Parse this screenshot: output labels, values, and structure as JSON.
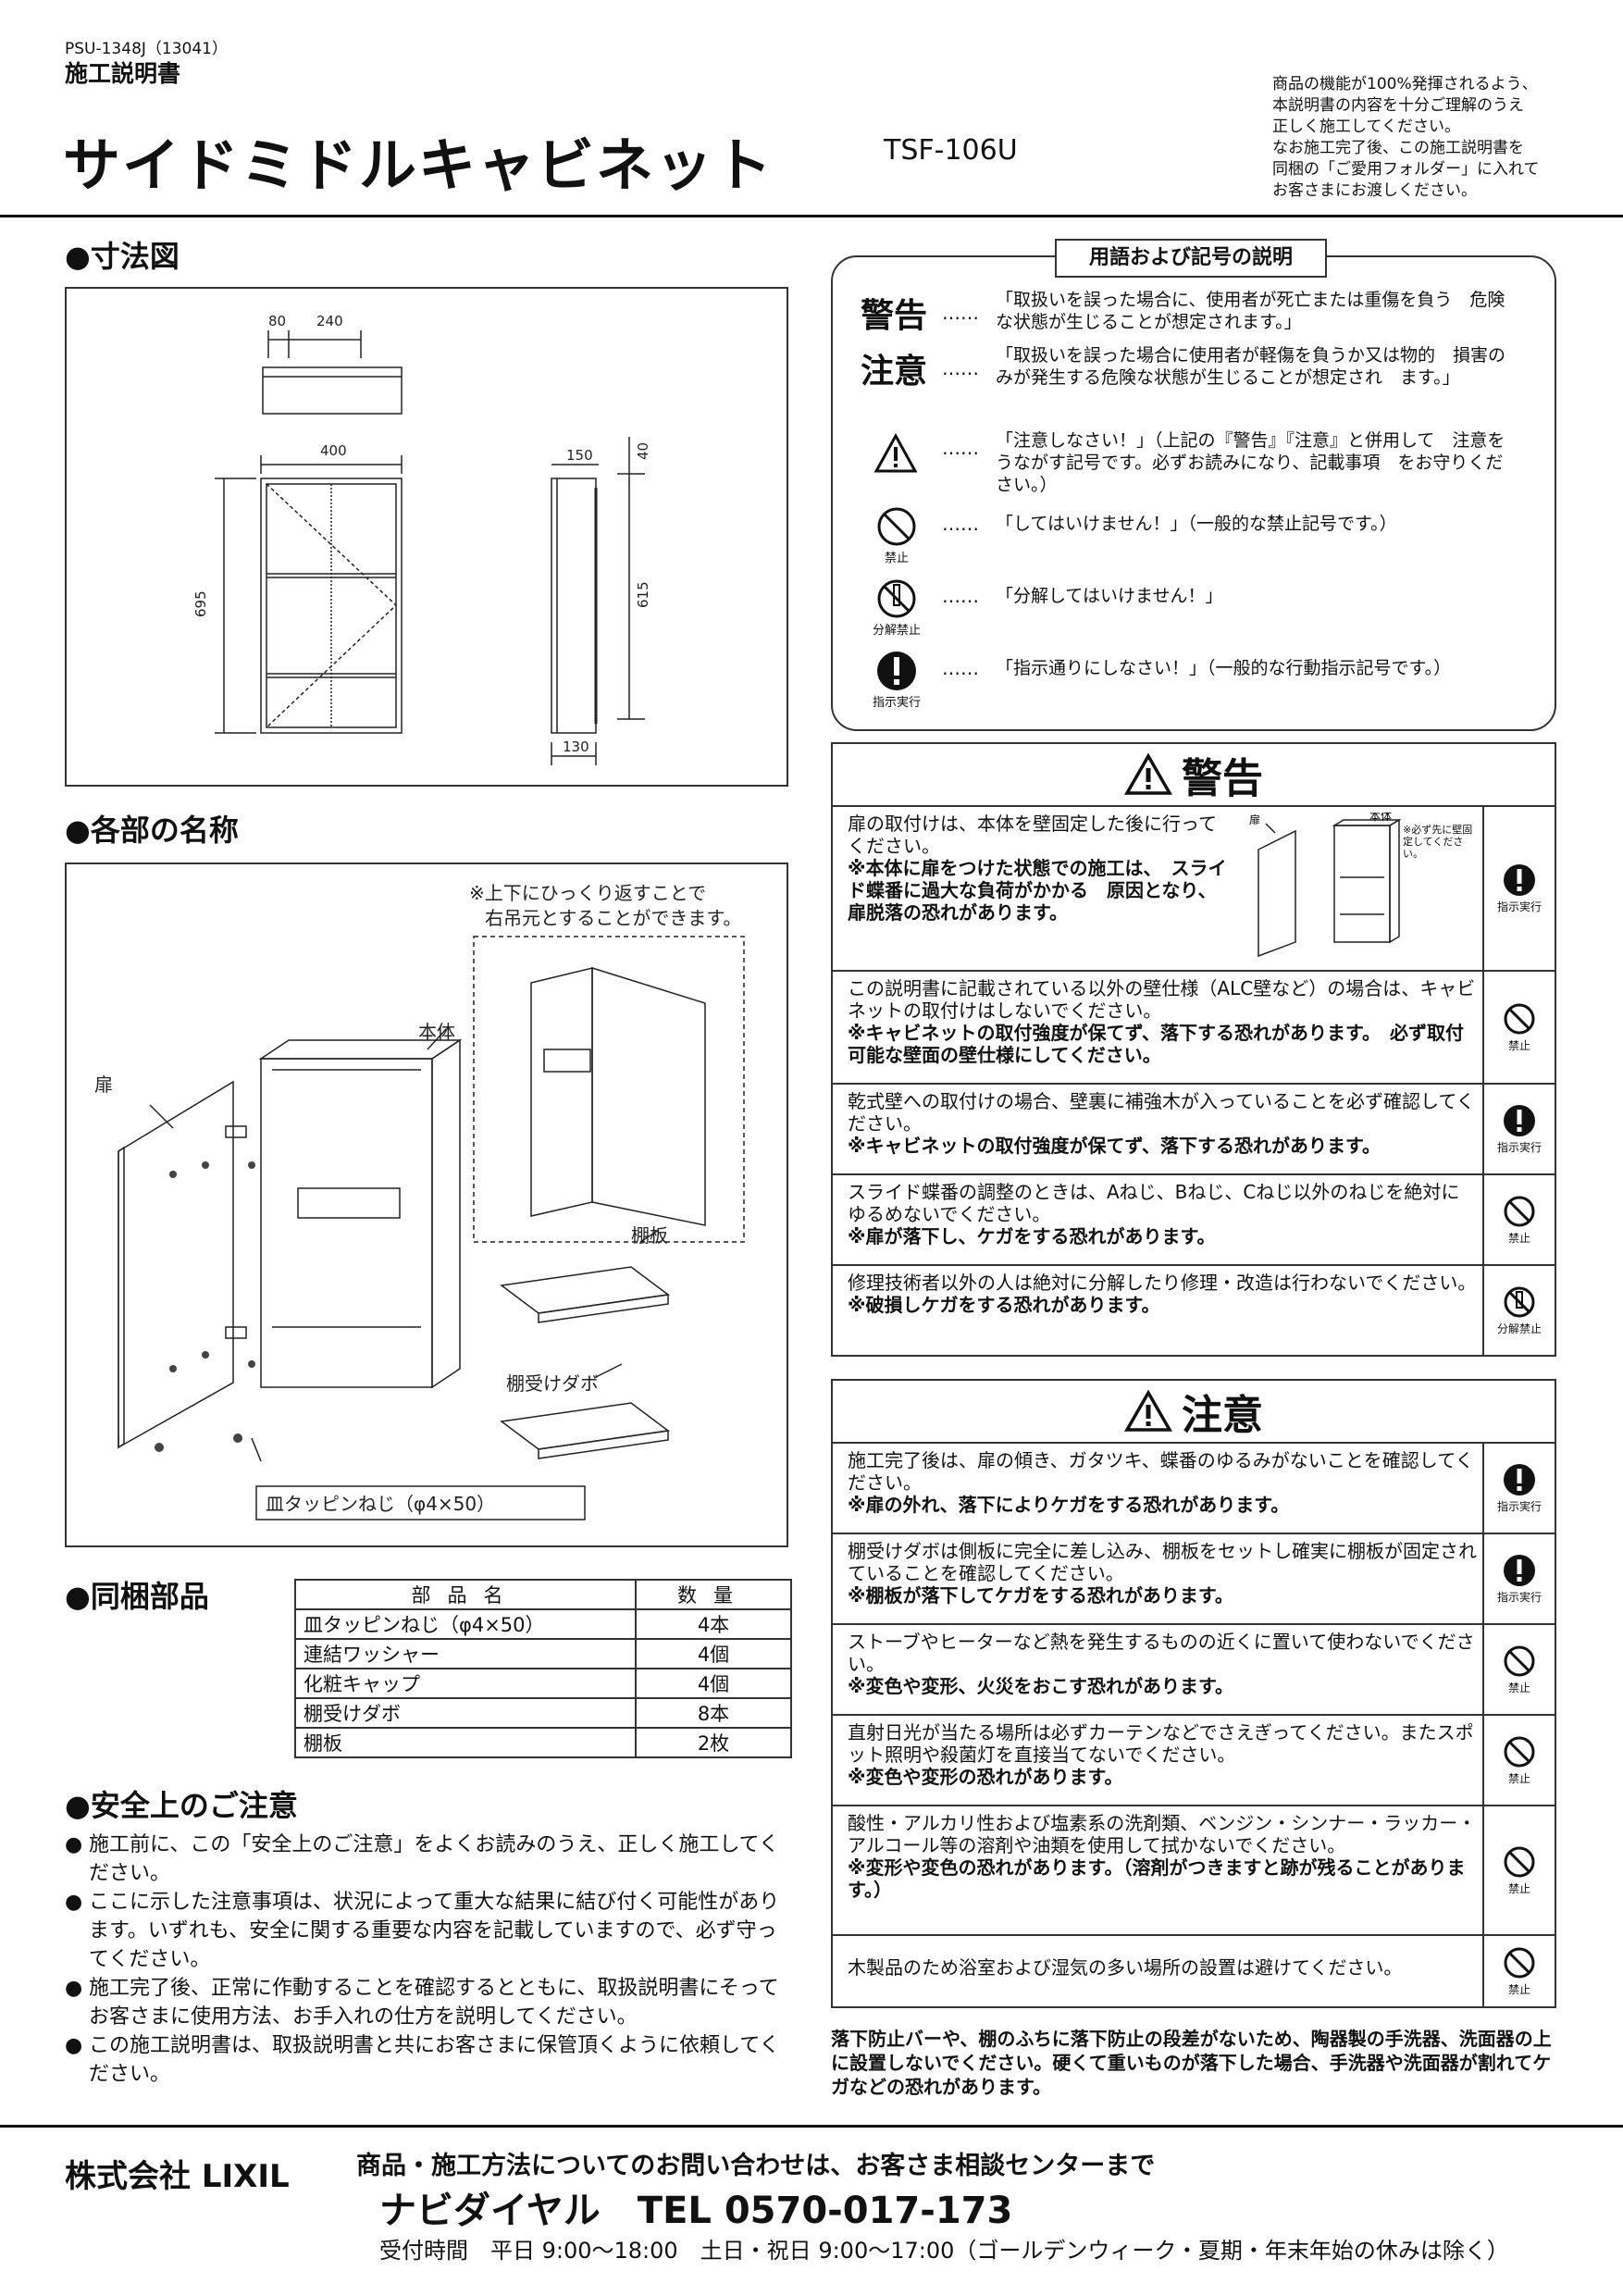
{
  "header": {
    "doc_code": "PSU-1348J（13041）",
    "doc_type": "施工説明書",
    "title": "サイドミドルキャビネット",
    "model": "TSF-106U",
    "intro": [
      "商品の機能が100%発揮されるよう、",
      "本説明書の内容を十分ご理解のうえ",
      "正しく施工してください。",
      "なお施工完了後、この施工説明書を",
      "同梱の「ご愛用フォルダー」に入れて",
      "お客さまにお渡しください。"
    ]
  },
  "sections": {
    "dimensions": "●寸法図",
    "parts_names": "●各部の名称",
    "included_parts": "●同梱部品",
    "safety": "●安全上のご注意"
  },
  "dimensions": {
    "top_a": "80",
    "top_b": "240",
    "width": "400",
    "height": "695",
    "depth": "150",
    "offset": "40",
    "side_h": "615",
    "base": "130"
  },
  "parts_names": {
    "note_line1": "※上下にひっくり返すことで",
    "note_line2": "右吊元とすることができます。",
    "body": "本体",
    "door": "扉",
    "shelf": "棚板",
    "dowel": "棚受けダボ",
    "screw": "皿タッピンねじ（φ4×50）"
  },
  "legend": {
    "title": "用語および記号の説明",
    "warning_word": "警告",
    "warning_text": "「取扱いを誤った場合に、使用者が死亡または重傷を負う　危険な状態が生じることが想定されます。」",
    "caution_word": "注意",
    "caution_text": "「取扱いを誤った場合に使用者が軽傷を負うか又は物的　損害のみが発生する危険な状態が生じることが想定され　ます。」",
    "attention_text": "「注意しなさい！」（上記の『警告』『注意』と併用して　注意をうながす記号です。必ずお読みになり、記載事項　をお守りください。）",
    "prohibit_text": "「してはいけません！」（一般的な禁止記号です。）",
    "prohibit_label": "禁止",
    "disassemble_text": "「分解してはいけません！」",
    "disassemble_label": "分解禁止",
    "instruct_text": "「指示通りにしなさい！」（一般的な行動指示記号です。）",
    "instruct_label": "指示実行",
    "dots": "……"
  },
  "warning": {
    "title": "警告",
    "rows": [
      {
        "text": "扉の取付けは、本体を壁固定した後に行ってください。",
        "bold": "※本体に扉をつけた状態での施工は、　スライド蝶番に過大な負荷がかかる　原因となり、扉脱落の恐れがあります。",
        "icon": "指示実行"
      },
      {
        "text": "この説明書に記載されている以外の壁仕様（ALC壁など）の場合は、キャビネットの取付けはしないでください。",
        "bold": "※キャビネットの取付強度が保てず、落下する恐れがあります。　必ず取付可能な壁面の壁仕様にしてください。",
        "icon": "禁止"
      },
      {
        "text": "乾式壁への取付けの場合、壁裏に補強木が入っていることを必ず確認してください。",
        "bold": "※キャビネットの取付強度が保てず、落下する恐れがあります。",
        "icon": "指示実行"
      },
      {
        "text": "スライド蝶番の調整のときは、Aねじ、Bねじ、Cねじ以外のねじを絶対にゆるめないでください。",
        "bold": "※扉が落下し、ケガをする恐れがあります。",
        "icon": "禁止"
      },
      {
        "text": "修理技術者以外の人は絶対に分解したり修理・改造は行わないでください。",
        "bold": "※破損しケガをする恐れがあります。",
        "icon": "分解禁止"
      }
    ],
    "fig_door": "扉",
    "fig_body": "本体",
    "fig_note": "※必ず先に壁固定してください。"
  },
  "caution": {
    "title": "注意",
    "rows": [
      {
        "text": "施工完了後は、扉の傾き、ガタツキ、蝶番のゆるみがないことを確認してください。",
        "bold": "※扉の外れ、落下によりケガをする恐れがあります。",
        "icon": "指示実行"
      },
      {
        "text": "棚受けダボは側板に完全に差し込み、棚板をセットし確実に棚板が固定されていることを確認してください。",
        "bold": "※棚板が落下してケガをする恐れがあります。",
        "icon": "指示実行"
      },
      {
        "text": "ストーブやヒーターなど熱を発生するものの近くに置いて使わないでください。",
        "bold": "※変色や変形、火災をおこす恐れがあります。",
        "icon": "禁止"
      },
      {
        "text": "直射日光が当たる場所は必ずカーテンなどでさえぎってください。またスポット照明や殺菌灯を直接当てないでください。",
        "bold": "※変色や変形の恐れがあります。",
        "icon": "禁止"
      },
      {
        "text": "酸性・アルカリ性および塩素系の洗剤類、ベンジン・シンナー・ラッカー・アルコール等の溶剤や油類を使用して拭かないでください。",
        "bold": "※変形や変色の恐れがあります。（溶剤がつきますと跡が残ることがあります。）",
        "icon": "禁止"
      },
      {
        "text": "木製品のため浴室および湿気の多い場所の設置は避けてください。",
        "bold": "",
        "icon": "禁止"
      }
    ],
    "bottom_note": "落下防止バーや、棚のふちに落下防止の段差がないため、陶器製の手洗器、洗面器の上に設置しないでください。硬くて重いものが落下した場合、手洗器や洗面器が割れてケガなどの恐れがあります。"
  },
  "included_parts": {
    "header_name": "部品名",
    "header_qty": "数量",
    "rows": [
      {
        "name": "皿タッピンねじ（φ4×50）",
        "qty": "4本"
      },
      {
        "name": "連結ワッシャー",
        "qty": "4個"
      },
      {
        "name": "化粧キャップ",
        "qty": "4個"
      },
      {
        "name": "棚受けダボ",
        "qty": "8本"
      },
      {
        "name": "棚板",
        "qty": "2枚"
      }
    ]
  },
  "safety": [
    "施工前に、この「安全上のご注意」をよくお読みのうえ、正しく施工してください。",
    "ここに示した注意事項は、状況によって重大な結果に結び付く可能性があります。いずれも、安全に関する重要な内容を記載していますので、必ず守ってください。",
    "施工完了後、正常に作動することを確認するとともに、取扱説明書にそってお客さまに使用方法、お手入れの仕方を説明してください。",
    "この施工説明書は、取扱説明書と共にお客さまに保管頂くように依頼してください。"
  ],
  "footer": {
    "company": "株式会社 LIXIL",
    "inquiry": "商品・施工方法についてのお問い合わせは、お客さま相談センターまで",
    "tel": "ナビダイヤル　TEL 0570-017-173",
    "hours": "受付時間　平日 9:00～18:00　土日・祝日 9:00～17:00（ゴールデンウィーク・夏期・年末年始の休みは除く）"
  }
}
